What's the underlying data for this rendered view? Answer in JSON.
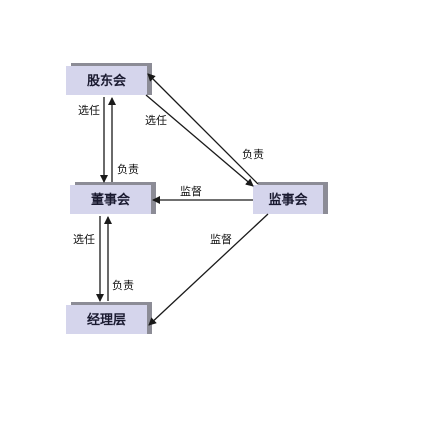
{
  "nodes": {
    "shareholders": "股东会",
    "board": "董事会",
    "supervisors": "监事会",
    "management": "经理层"
  },
  "edges": {
    "shareholders_elect_board": "选任",
    "board_responsible_shareholders": "负责",
    "shareholders_elect_supervisors": "选任",
    "supervisors_responsible_shareholders": "负责",
    "supervisors_monitor_board": "监督",
    "board_elect_management": "选任",
    "management_responsible_board": "负责",
    "supervisors_monitor_management": "监督"
  }
}
